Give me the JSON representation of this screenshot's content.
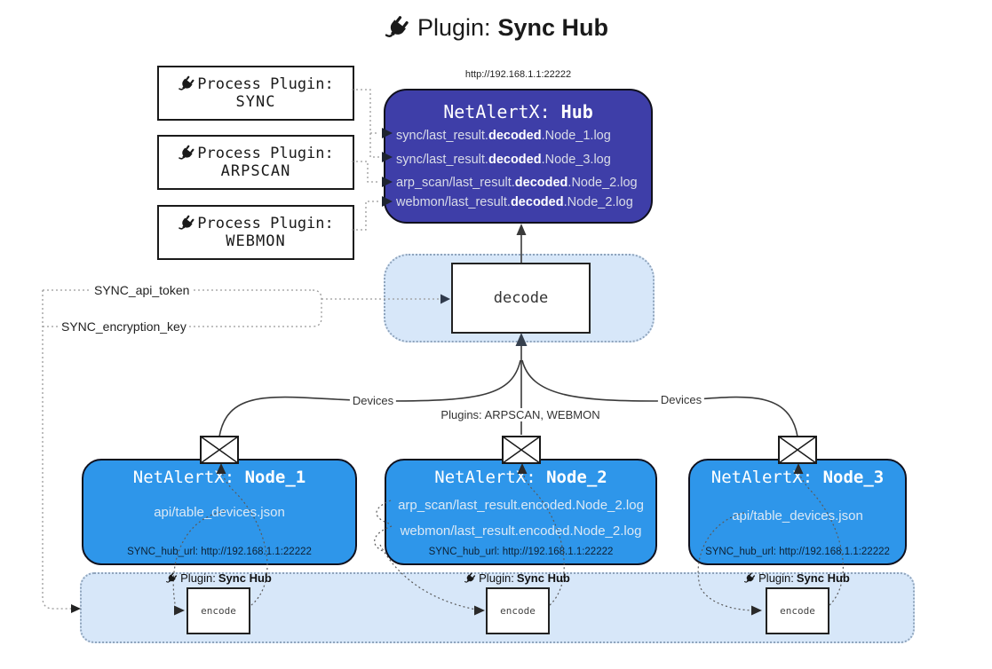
{
  "title": {
    "icon": "plug-icon",
    "prefix": "Plugin:",
    "name": "Sync Hub"
  },
  "process_plugins": [
    {
      "label": "Process Plugin:",
      "name": "SYNC"
    },
    {
      "label": "Process Plugin:",
      "name": "ARPSCAN"
    },
    {
      "label": "Process Plugin:",
      "name": "WEBMON"
    }
  ],
  "hub": {
    "url": "http://192.168.1.1:22222",
    "title_prefix": "NetAlertX:",
    "title_name": "Hub",
    "logs": [
      {
        "pre": "sync/last_result.",
        "bold": "decoded",
        "post": ".Node_1.log"
      },
      {
        "pre": "sync/last_result.",
        "bold": "decoded",
        "post": ".Node_3.log"
      },
      {
        "pre": "arp_scan/last_result.",
        "bold": "decoded",
        "post": ".Node_2.log"
      },
      {
        "pre": "webmon/last_result.",
        "bold": "decoded",
        "post": ".Node_2.log"
      }
    ]
  },
  "decode_panel": {
    "label": "decode"
  },
  "secrets": {
    "api_token": "SYNC_api_token",
    "encryption_key": "SYNC_encryption_key"
  },
  "edges": {
    "left": "Devices",
    "middle": "Plugins: ARPSCAN, WEBMON",
    "right": "Devices"
  },
  "nodes": [
    {
      "title_prefix": "NetAlertX:",
      "title_name": "Node_1",
      "file1": "api/table_devices.json",
      "hub_url": "SYNC_hub_url: http://192.168.1.1:22222"
    },
    {
      "title_prefix": "NetAlertX:",
      "title_name": "Node_2",
      "file1": "arp_scan/last_result.encoded.Node_2.log",
      "file2": "webmon/last_result.encoded.Node_2.log",
      "hub_url": "SYNC_hub_url: http://192.168.1.1:22222"
    },
    {
      "title_prefix": "NetAlertX:",
      "title_name": "Node_3",
      "file1": "api/table_devices.json",
      "hub_url": "SYNC_hub_url: http://192.168.1.1:22222"
    }
  ],
  "encoders": [
    {
      "plugin_prefix": "Plugin:",
      "plugin_name": "Sync Hub",
      "label": "encode"
    },
    {
      "plugin_prefix": "Plugin:",
      "plugin_name": "Sync Hub",
      "label": "encode"
    },
    {
      "plugin_prefix": "Plugin:",
      "plugin_name": "Sync Hub",
      "label": "encode"
    }
  ],
  "colors": {
    "hub_bg": "#3E3EA8",
    "node_bg": "#2E96EA",
    "panel_bg": "#D7E7F9"
  }
}
